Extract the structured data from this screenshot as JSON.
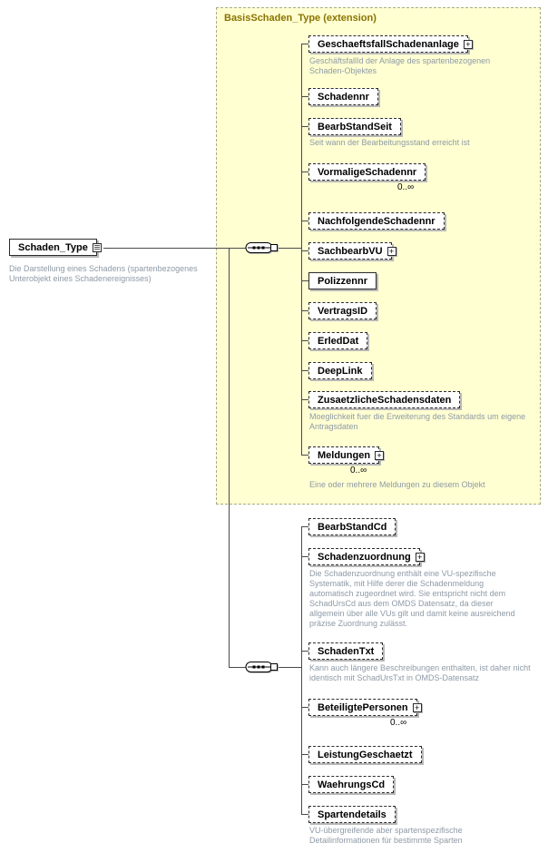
{
  "extension_label": "BasisSchaden_Type (extension)",
  "icons": {
    "expand": "+"
  },
  "root": {
    "name": "Schaden_Type",
    "annotation": "Die Darstellung eines Schadens (spartenbezogenes Unterobjekt eines Schadenereignisses)"
  },
  "base_elements": [
    {
      "name": "GeschaeftsfallSchadenanlage",
      "annotation": "GeschäftsfallId der Anlage des spartenbezogenen Schaden-Objektes"
    },
    {
      "name": "Schadennr"
    },
    {
      "name": "BearbStandSeit",
      "annotation": "Seit wann der Bearbeitungsstand erreicht ist"
    },
    {
      "name": "VormaligeSchadennr",
      "occurrence": "0..∞"
    },
    {
      "name": "NachfolgendeSchadennr"
    },
    {
      "name": "SachbearbVU"
    },
    {
      "name": "Polizzennr"
    },
    {
      "name": "VertragsID"
    },
    {
      "name": "ErledDat"
    },
    {
      "name": "DeepLink"
    },
    {
      "name": "ZusaetzlicheSchadensdaten",
      "annotation": "Moeglichkeit fuer die Erweiterung des Standards um eigene Antragsdaten"
    },
    {
      "name": "Meldungen",
      "occurrence": "0..∞",
      "annotation": "Eine oder mehrere Meldungen zu diesem Objekt"
    }
  ],
  "own_elements": [
    {
      "name": "BearbStandCd"
    },
    {
      "name": "Schadenzuordnung",
      "annotation": "Die Schadenzuordnung enthält eine VU-spezifische Systematik, mit Hilfe derer die Schadenmeldung automatisch zugeordnet wird. Sie entspricht nicht dem SchadUrsCd aus dem OMDS Datensatz, da dieser allgemein über alle VUs gilt und damit keine ausreichend präzise Zuordnung zulässt."
    },
    {
      "name": "SchadenTxt",
      "annotation": "Kann auch längere Beschreibungen enthalten, ist daher nicht identisch mit SchadUrsTxt in OMDS-Datensatz"
    },
    {
      "name": "BeteiligtePersonen",
      "occurrence": "0..∞"
    },
    {
      "name": "LeistungGeschaetzt"
    },
    {
      "name": "WaehrungsCd"
    },
    {
      "name": "Spartendetails",
      "annotation": "VU-übergreifende aber spartenspezifische Detailinformationen für bestimmte Sparten"
    }
  ]
}
